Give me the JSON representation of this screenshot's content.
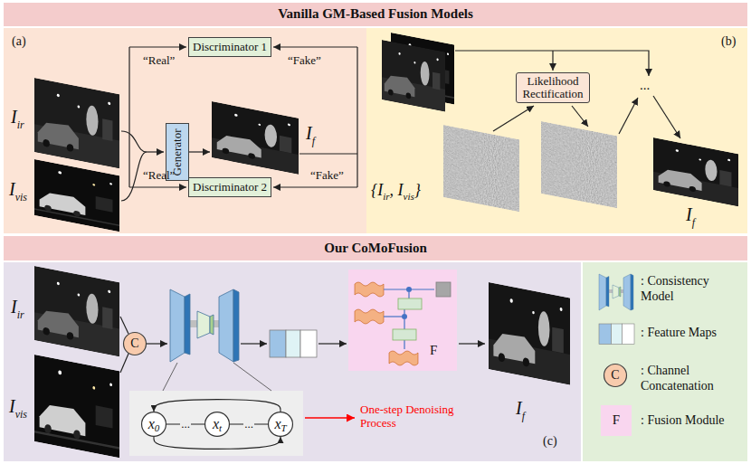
{
  "diagram": {
    "nodes": [
      {
        "text": [
          "Vanilla GM-Based Fusion Models"
        ]
      },
      {
        "text": [
          "(a)"
        ]
      },
      {
        "text": [
          "Discriminator 1"
        ],
        "in": 1
      },
      {
        "text": [
          "Generator"
        ],
        "in": 1
      },
      {
        "text": [
          "Discriminator 2"
        ],
        "in": 1
      },
      {
        "text": [
          "(b)"
        ]
      },
      {
        "text": [
          "Likelihood Rectification"
        ],
        "in": 5
      },
      {
        "text": [
          "Our CoMoFusion"
        ]
      },
      {
        "text": [
          "(c)"
        ]
      },
      {
        "text": [
          "C"
        ],
        "in": 8
      },
      {
        "text": [
          "F"
        ],
        "in": 8
      },
      {
        "text": [
          "x",
          "0"
        ],
        "in": 8
      },
      {
        "text": [
          "x",
          "t"
        ],
        "in": 8
      },
      {
        "text": [
          "x",
          "T"
        ],
        "in": 8
      },
      {
        "text": [
          "C"
        ]
      },
      {
        "text": [
          "F"
        ]
      }
    ],
    "edges": [
      {
        "from": 11,
        "to": 12,
        "label": "...",
        "arrow": "none"
      },
      {
        "from": 12,
        "to": 13,
        "label": "...",
        "arrow": "none"
      },
      {
        "from": 13,
        "to": 11,
        "arrow": "to"
      },
      {
        "from": 11,
        "to": 13,
        "arrow": "to"
      }
    ],
    "labels": [
      "“Real”",
      "“Fake”",
      "I",
      "ir",
      "I",
      "f",
      "“Real”",
      "“Fake”",
      "I",
      "vis",
      "...",
      "{I",
      "ir",
      ", I",
      "vis",
      "}",
      "I",
      "f",
      "I",
      "ir",
      "One-step Denoising Process",
      "I",
      "vis",
      "I",
      "f"
    ],
    "legend": [
      {
        "text": ": Consistency Model"
      },
      {
        "text": ": Feature Maps"
      },
      {
        "text": ": Channel Concatenation"
      },
      {
        "text": ": Fusion Module"
      }
    ]
  }
}
